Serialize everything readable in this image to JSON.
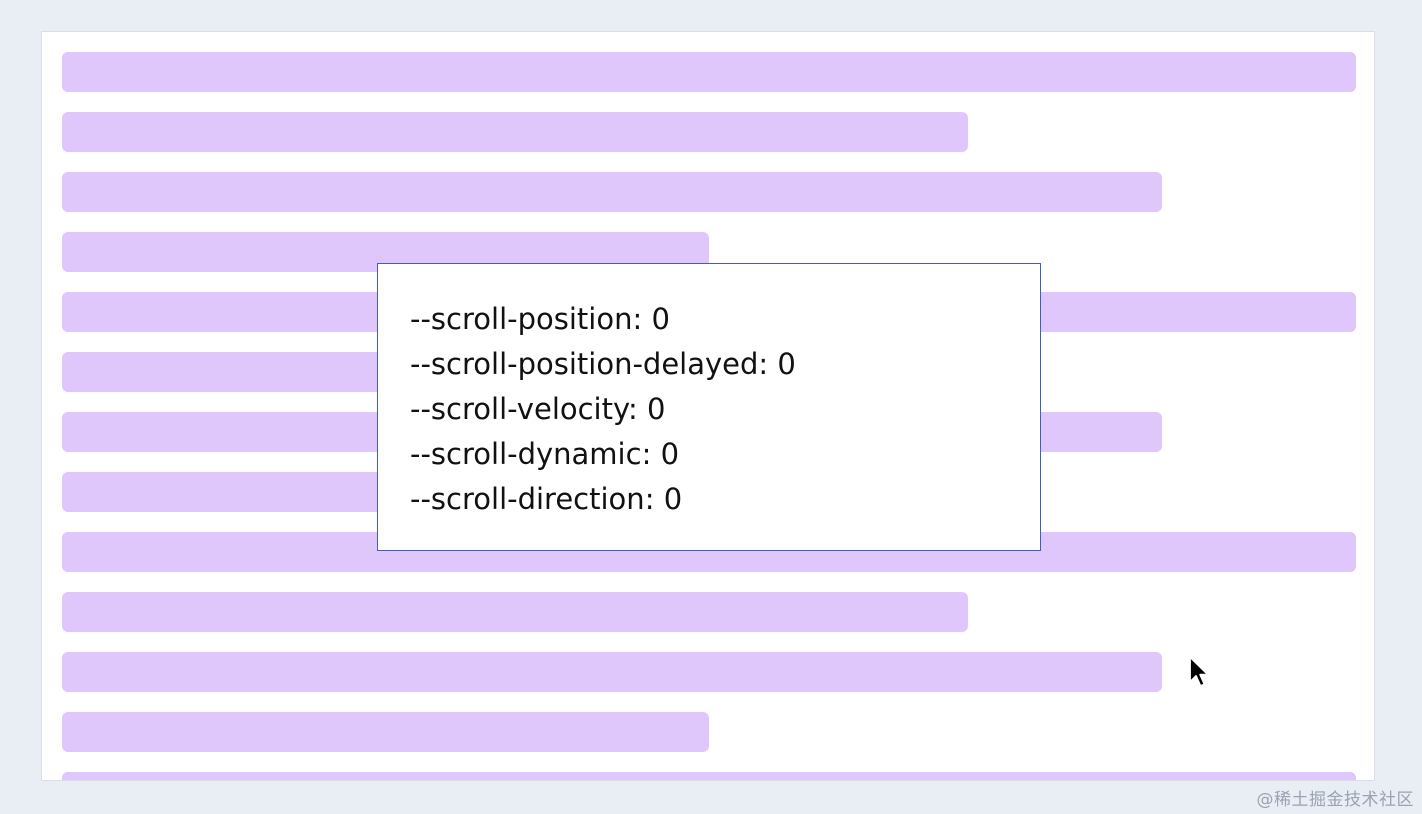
{
  "panel": {
    "lines": [
      {
        "name": "--scroll-position",
        "value": "0"
      },
      {
        "name": "--scroll-position-delayed",
        "value": "0"
      },
      {
        "name": "--scroll-velocity",
        "value": "0"
      },
      {
        "name": "--scroll-dynamic",
        "value": "0"
      },
      {
        "name": "--scroll-direction",
        "value": "0"
      }
    ]
  },
  "bars": {
    "fill_fractions": [
      1.0,
      0.7,
      0.85,
      0.5,
      1.0,
      0.7,
      0.85,
      0.5,
      1.0,
      0.7,
      0.85,
      0.5,
      1.0
    ],
    "color": "#dfc6fb"
  },
  "panel_border_color": "#3f5fb8",
  "watermark": "@稀土掘金技术社区",
  "cursor_icon": "arrow-cursor-icon"
}
